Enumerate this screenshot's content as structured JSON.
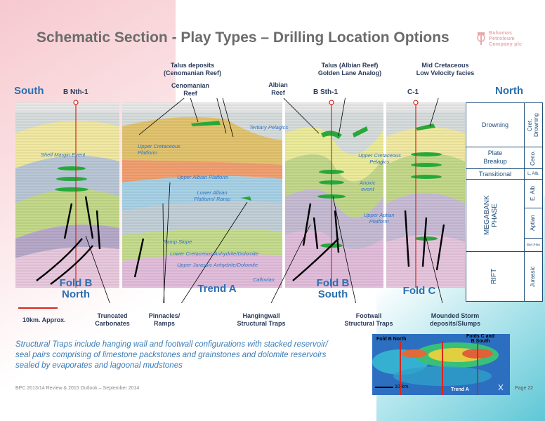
{
  "title": "Schematic Section - Play Types – Drilling Location Options",
  "logo": {
    "line1": "Bahamas",
    "line2": "Petroleum",
    "line3": "Company plc"
  },
  "directions": {
    "south": "South",
    "north": "North"
  },
  "wells": [
    "B Nth-1",
    "B Sth-1",
    "C-1"
  ],
  "callouts_top": {
    "talus_ceno": "Talus deposits\n(Cenomanian Reef)",
    "ceno_reef": "Cenomanian\nReef",
    "albian_reef": "Albian\nReef",
    "talus_albian": "Talus (Albian Reef)\nGolden Lane Analog)",
    "mid_cret": "Mid Cretaceous\nLow Velocity facies"
  },
  "section_labels": {
    "fold_b_north": "Fold B\nNorth",
    "trend_a": "Trend A",
    "fold_b_south": "Fold B\nSouth",
    "fold_c": "Fold C"
  },
  "inline_labels": {
    "tertiary_pelagics": "Tertiary Pelagics",
    "upper_cret_platform": "Upper Cretaceous\nPlatform",
    "upper_albian_platform": "Upper Albian Platform",
    "lower_albian": "Lower Albian\nPlatform/ Ramp",
    "ramp_slope": "Ramp Slope",
    "upper_cret_pelagics": "Upper Cretaceous\nPelagics",
    "upper_aptian": "Upper Aptian\nPlatform",
    "anoxic_event": "Anoxic\nevent",
    "callovian": "Callovian",
    "jurassic_evap": "Upper Jurassic Anhydrite/Dolomite",
    "lower_cret_evap": "Lower Cretaceous Anhydrite/Dolomite",
    "upper_jurassic": "Upper Jurassic Anhydrite Dolomite",
    "shelf_margin": "Shelf Margin Event"
  },
  "strat_column": {
    "drowning": "Drowning",
    "cret_drowning": "Cret.\nDrowning",
    "plate_breakup": "Plate\nBreakup",
    "ceno": "Ceno.",
    "transitional": "Transitional",
    "l_alb": "L. Alb.",
    "megabank": "MEGABANK\nPHASE",
    "e_alb": "E. Alb",
    "aptian": "Aptian",
    "barremian": "Barr./Hau",
    "rift": "RIFT",
    "jurassic": "Jurassic"
  },
  "bottom_labels": {
    "scale": "10km. Approx.",
    "truncated": "Truncated\nCarbonates",
    "pinnacles": "Pinnacles/\nRamps",
    "hangingwall": "Hangingwall\nStructural Traps",
    "footwall": "Footwall\nStructural Traps",
    "mounded": "Mounded Storm\ndeposits/Slumps"
  },
  "caption": "Structural Traps include hanging wall and footwall configurations with stacked reservoir/ seal pairs comprising of limestone packstones and grainstones and dolomite reservoirs sealed by evaporates and lagoonal mudstones",
  "inset": {
    "fold_b_north": "Fold B North",
    "folds_c": "Folds C and\nB South",
    "scale": "10 km.",
    "trend_a": "Trend A"
  },
  "footer": "BPC 2013/14 Review & 2015 Outlook – September 2014",
  "page": "Page 22"
}
